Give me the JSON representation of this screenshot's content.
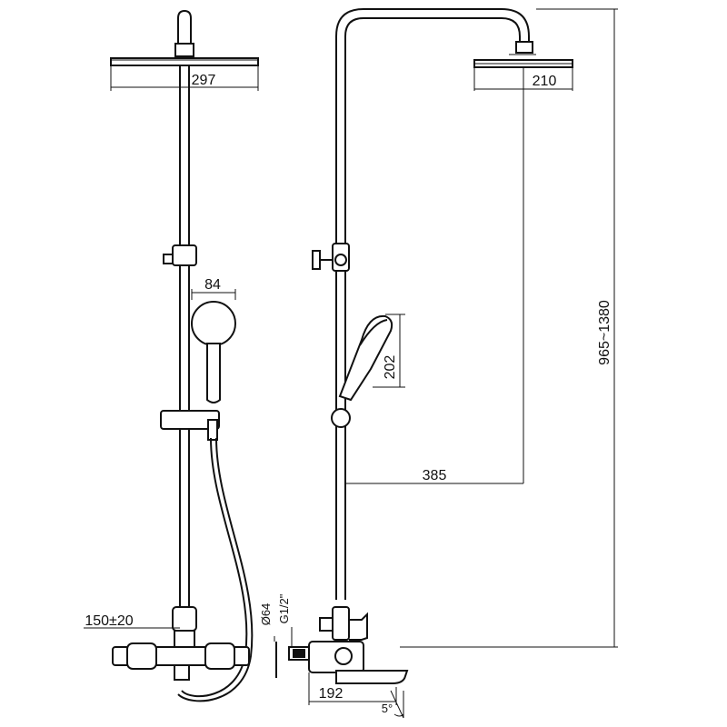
{
  "dimensions": {
    "head_width_front": "297",
    "head_width_side": "210",
    "hand_shower_width": "84",
    "hand_shower_length": "202",
    "total_height": "965~1380",
    "arm_reach": "385",
    "inlet_spacing": "150±20",
    "diameter": "Ø64",
    "thread": "G1/2\"",
    "spout_length": "192",
    "angle": "5°"
  }
}
